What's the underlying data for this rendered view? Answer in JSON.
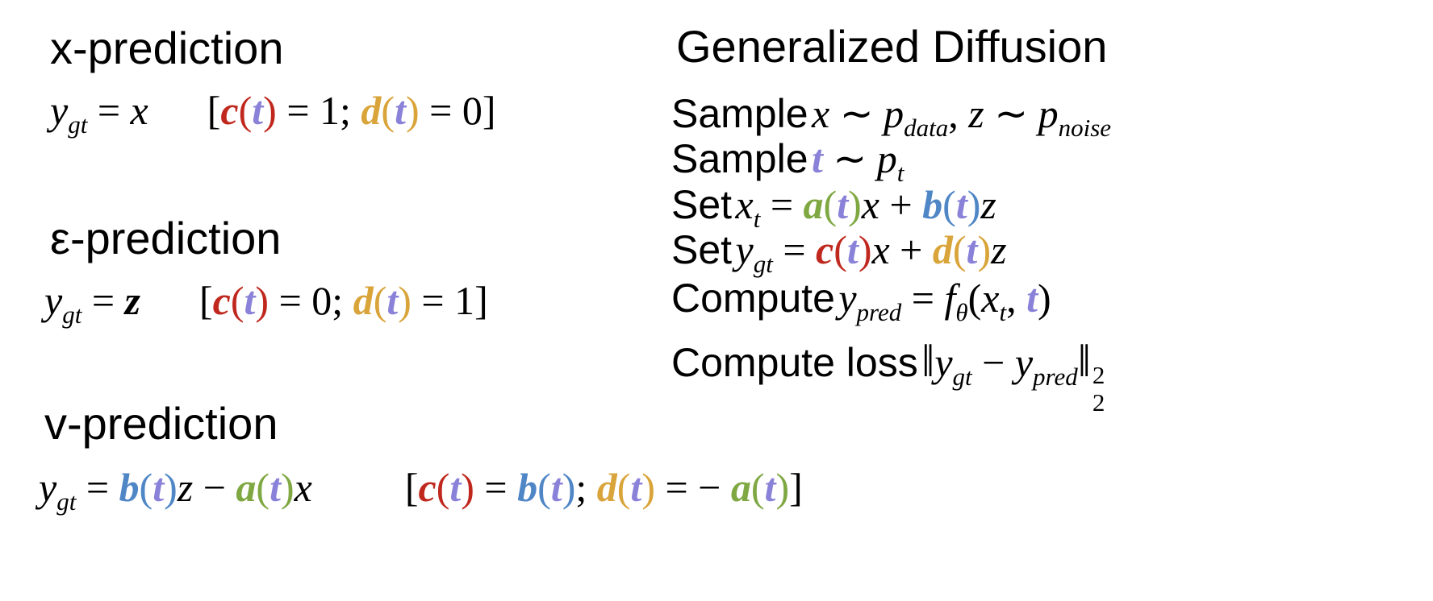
{
  "colors": {
    "c": "#c0281e",
    "t": "#8a82d8",
    "d": "#d9a43a",
    "a": "#7fa843",
    "b": "#4f86c6",
    "text": "#000000"
  },
  "sections": {
    "x_prediction": {
      "title": "x-prediction"
    },
    "eps_prediction": {
      "title": "ε-prediction"
    },
    "v_prediction": {
      "title": "v-prediction"
    }
  },
  "generalized": {
    "title": "Generalized Diffusion",
    "steps": [
      {
        "word": "Sample"
      },
      {
        "word": "Sample"
      },
      {
        "word": "Set"
      },
      {
        "word": "Set"
      },
      {
        "word": "Compute"
      },
      {
        "word": "Compute loss"
      }
    ]
  },
  "symbols": {
    "y": "y",
    "gt": "gt",
    "pred": "pred",
    "x": "x",
    "z": "z",
    "t": "t",
    "a": "a",
    "b": "b",
    "c": "c",
    "d": "d",
    "f": "f",
    "theta": "θ",
    "p": "p",
    "data": "data",
    "noise": "noise",
    "eq": "=",
    "tilde": "∼",
    "plus": "+",
    "minus": "−",
    "semicolon": ";",
    "comma": ",",
    "lparen": "(",
    "rparen": ")",
    "lbracket": "[",
    "rbracket": "]",
    "norm": "‖",
    "one": "1",
    "zero": "0",
    "two": "2"
  }
}
